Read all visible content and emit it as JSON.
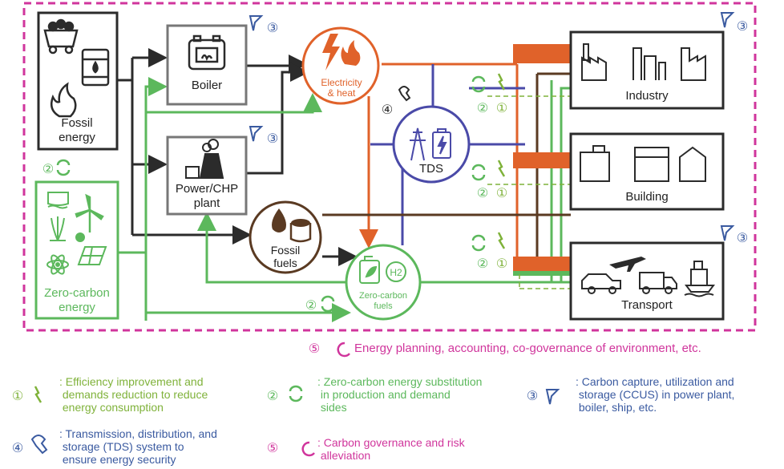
{
  "nodes": {
    "fossil_energy": "Fossil\nenergy",
    "zero_carbon_energy": "Zero-carbon\nenergy",
    "boiler": "Boiler",
    "power_chp": "Power/CHP\nplant",
    "electricity_heat": "Electricity\n& heat",
    "fossil_fuels": "Fossil\nfuels",
    "zero_carbon_fuels": "Zero-carbon\nfuels",
    "tds": "TDS",
    "h2": "H2",
    "industry": "Industry",
    "building": "Building",
    "transport": "Transport"
  },
  "markers": {
    "one": "①",
    "two": "②",
    "three": "③",
    "four": "④",
    "five": "⑤"
  },
  "governance_note": "Energy planning, accounting, co-governance of environment, etc.",
  "legend": {
    "item1": "Efficiency improvement and\ndemands reduction to reduce\nenergy consumption",
    "item2": "Zero-carbon energy substitution\nin production and demand\nsides",
    "item3": "Carbon capture, utilization and\nstorage (CCUS) in power plant,\nboiler, ship, etc.",
    "item4": "Transmission, distribution, and\nstorage (TDS) system to\nensure energy security",
    "item5": "Carbon governance and risk\nalleviation"
  },
  "colors": {
    "dark": "#2b2b2b",
    "green": "#5cb85c",
    "orange": "#e0622a",
    "brown": "#5a3a22",
    "blue": "#4a4aa8",
    "magenta": "#d0359c",
    "lime": "#7fb23a"
  }
}
